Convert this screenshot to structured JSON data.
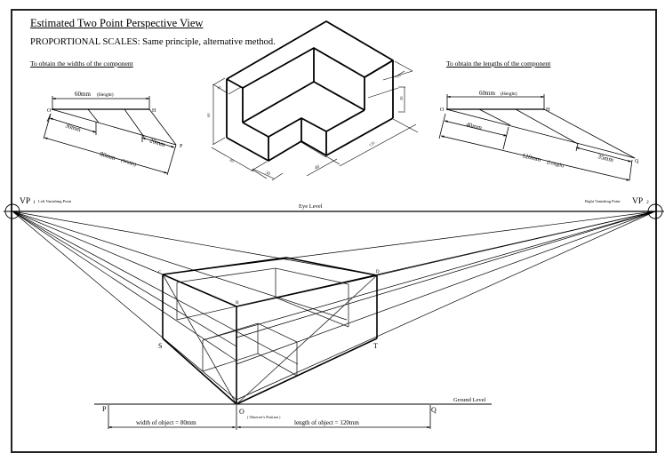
{
  "header": {
    "title": "Estimated Two Point Perspective View",
    "subtitle": "PROPORTIONAL SCALES: Same principle, alternative method."
  },
  "width_scale": {
    "caption": "To obtain the widths of the component",
    "height_label": "60mm",
    "height_note": "(Height)",
    "seg1_label": "30mm",
    "seg2_label": "20mm",
    "total_label": "80mm",
    "total_note": "(Width)",
    "point_o": "O",
    "point_h": "H",
    "point_p": "P"
  },
  "length_scale": {
    "caption": "To obtain the lengths of the component",
    "height_label": "60mm",
    "height_note": "(Height)",
    "seg1_label": "40mm",
    "seg2_label": "35mm",
    "total_label": "120mm",
    "total_note": "(Length)",
    "point_o": "O",
    "point_h": "H",
    "point_q": "Q"
  },
  "isometric": {
    "dims": {
      "height": "60",
      "top_thickness": "10",
      "width": "80",
      "length": "120",
      "notch_width": "30",
      "notch_length": "40",
      "right_top": "25",
      "right_step": "20"
    }
  },
  "perspective": {
    "vp1_label": "VP",
    "vp1_sub": "1",
    "vp1_name": "Left Vanishing Point",
    "vp2_label": "VP",
    "vp2_sub": "2",
    "vp2_name": "Right Vanishing Point",
    "eye_level": "Eye Level",
    "ground_level": "Ground Level",
    "corners": {
      "c": "C",
      "d": "D",
      "h": "H",
      "s": "S",
      "t": "T",
      "o": "O"
    },
    "ground_p": "P",
    "ground_q": "Q",
    "observer": "( Observer's Position )",
    "width_note": "width of object  =  80mm",
    "length_note": "length of object  =  120mm"
  }
}
